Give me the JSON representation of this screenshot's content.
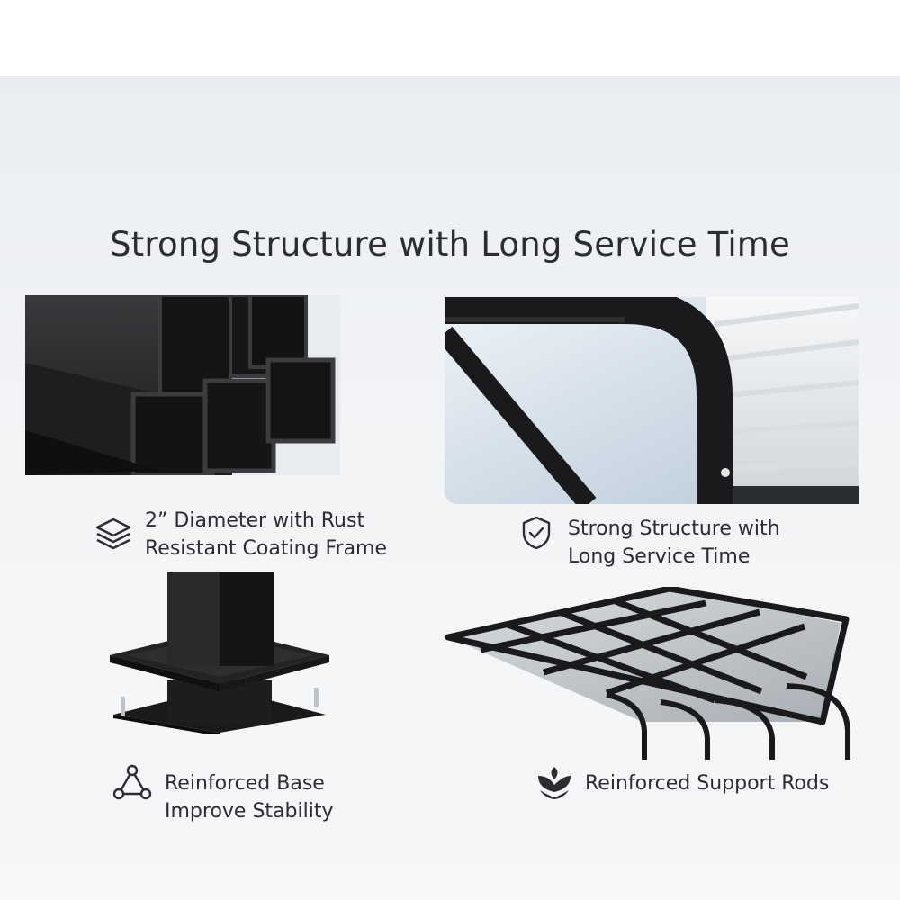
{
  "heading": "Strong Structure with Long Service Time",
  "features": [
    {
      "icon": "layers-icon",
      "lines": [
        "2” Diameter with Rust",
        "Resistant Coating Frame"
      ]
    },
    {
      "icon": "shield-check-icon",
      "lines": [
        "Strong Structure with",
        "Long Service Time"
      ]
    },
    {
      "icon": "triangle-nodes-icon",
      "lines": [
        "Reinforced Base",
        "Improve Stability"
      ]
    },
    {
      "icon": "leaf-stack-icon",
      "lines": [
        "Reinforced Support Rods"
      ]
    }
  ]
}
